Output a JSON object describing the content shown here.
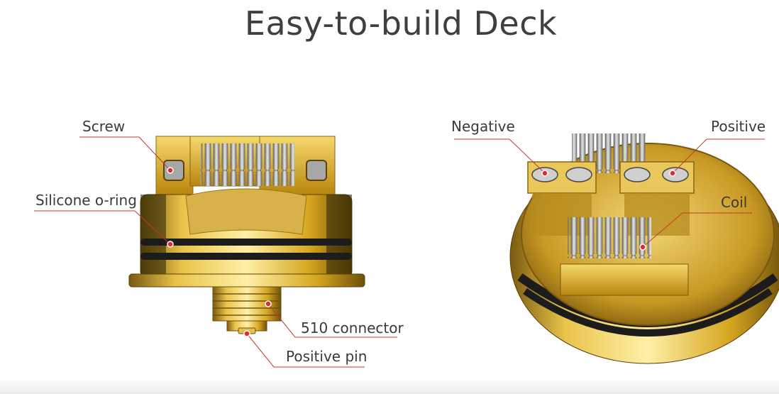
{
  "title": "Easy-to-build Deck",
  "callouts": {
    "screw": "Screw",
    "silicone_oring": "Silicone o-ring",
    "connector_510": "510 connector",
    "positive_pin": "Positive pin",
    "negative": "Negative",
    "positive": "Positive",
    "coil": "Coil"
  },
  "colors": {
    "title_text": "#3f3f3f",
    "leader_line": "#c0392b",
    "gold": "#d8a822",
    "o_ring": "#1c1c1c"
  }
}
